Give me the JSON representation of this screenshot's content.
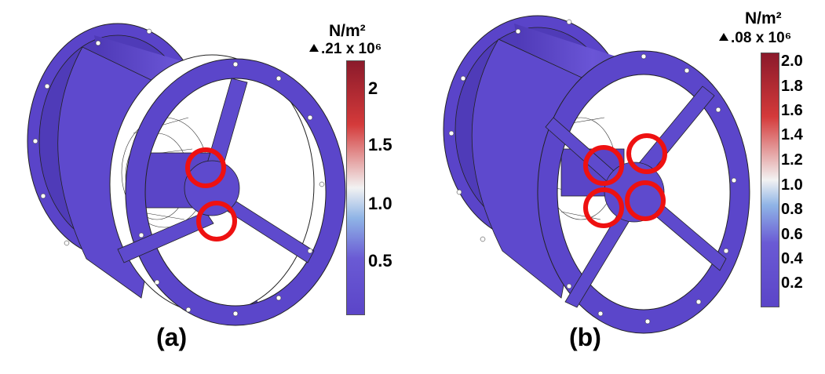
{
  "panels": [
    {
      "caption": "(a)",
      "unit": "N/m²",
      "max_value": ".21 x 10⁶",
      "ticks": [
        "2",
        "1.5",
        "1.0",
        "0.5"
      ],
      "hotspots": 2
    },
    {
      "caption": "(b)",
      "unit": "N/m²",
      "max_value": ".08 x 10⁶",
      "ticks": [
        "2.0",
        "1.8",
        "1.6",
        "1.4",
        "1.2",
        "1.0",
        "0.8",
        "0.6",
        "0.4",
        "0.2"
      ],
      "hotspots": 4
    }
  ],
  "colors": {
    "housing": "#5b45c8",
    "housing_dark": "#4a36b0",
    "highlight_ring": "#ee1111",
    "colorbar_top": "#8b1a2b",
    "colorbar_mid": "#f2f2f2",
    "colorbar_bottom": "#5b45c8"
  }
}
